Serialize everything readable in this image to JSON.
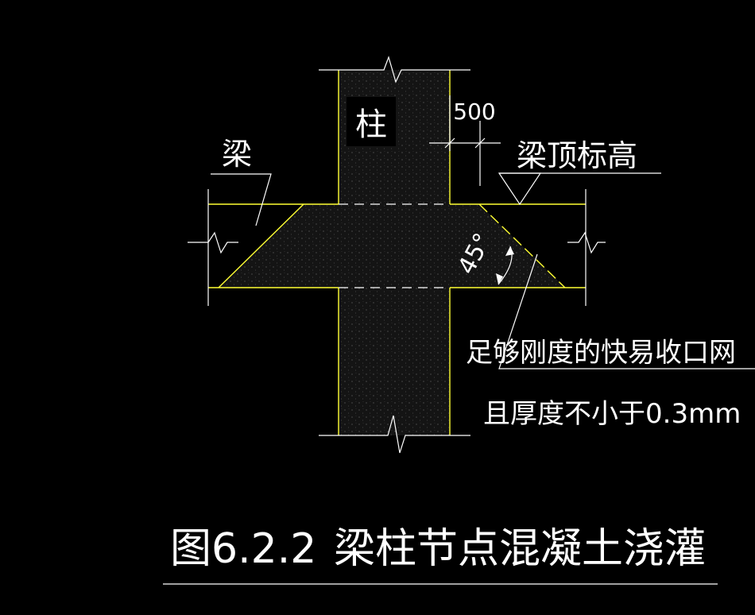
{
  "colors": {
    "background": "#000000",
    "concrete_fill": "#141414",
    "outline": "#ffff33",
    "line": "#ffffff",
    "text": "#ffffff"
  },
  "labels": {
    "column": "柱",
    "beam": "梁",
    "dimension": "500",
    "beam_top_elevation": "梁顶标高",
    "angle": "45°",
    "mesh_line1": "足够刚度的快易收口网",
    "mesh_line2": "且厚度不小于0.3mm"
  },
  "caption": {
    "figure_number": "图6.2.2",
    "title": "梁柱节点混凝土浇灌"
  }
}
